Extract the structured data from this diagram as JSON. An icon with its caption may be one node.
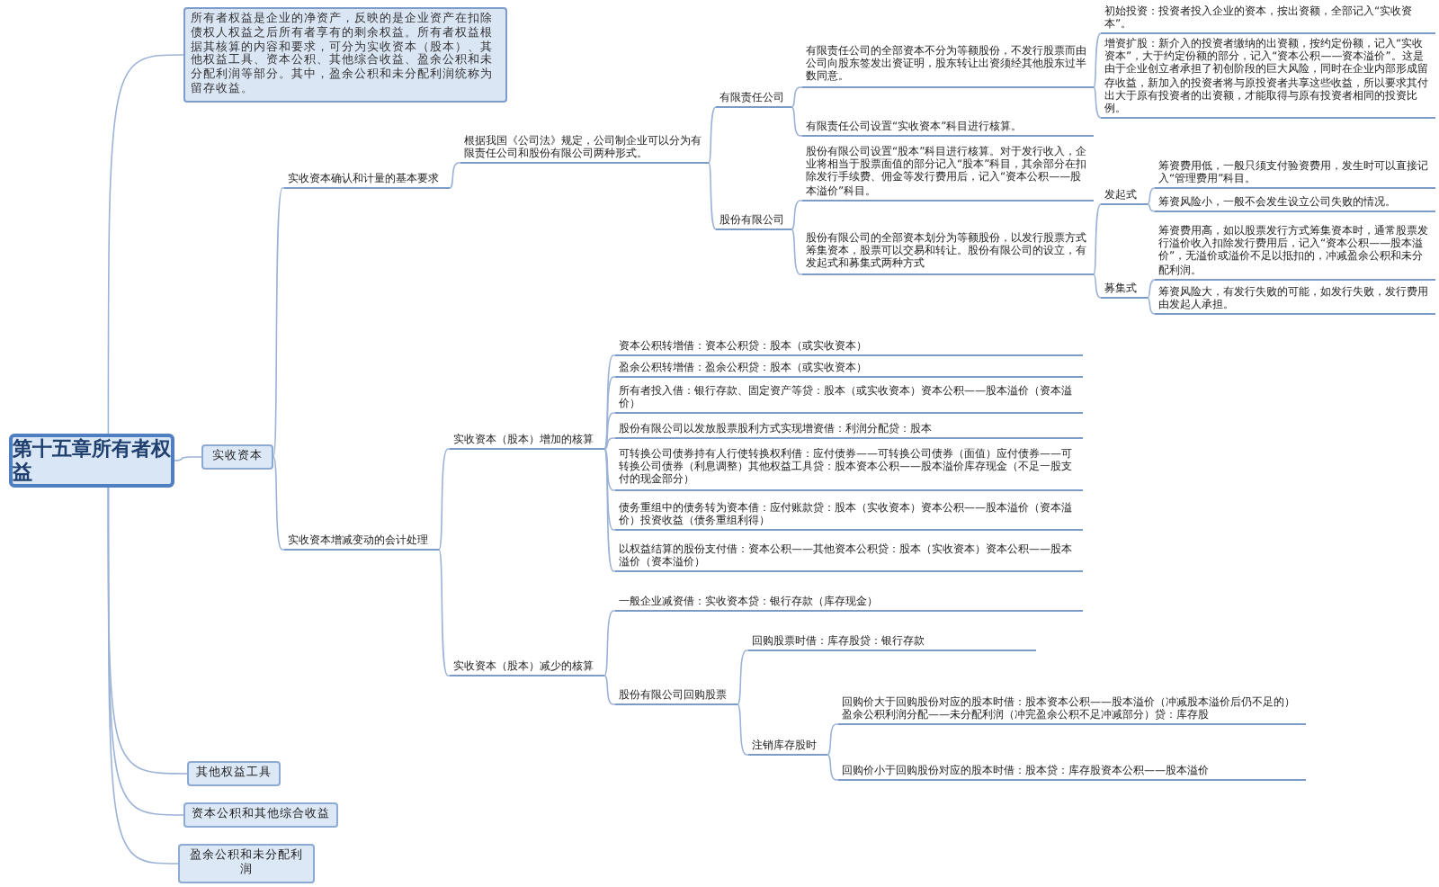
{
  "diagram": {
    "nodes": [
      {
        "text": [
          "第十五章所有者权益"
        ]
      },
      {
        "text": [
          "所有者权益是企业的净资产，反映的是企业资产在扣除债权人权益之后所有者享有的剩余权益。所有者权益根据其核算的内容和要求，可分为实收资本（股本）、其他权益工具、资本公积、其他综合收益、盈余公积和未分配利润等部分。其中，盈余公积和未分配利润统称为留存收益。"
        ]
      },
      {
        "text": [
          "实收资本"
        ]
      },
      {
        "text": [
          "其他权益工具"
        ]
      },
      {
        "text": [
          "资本公积和其他综合收益"
        ]
      },
      {
        "text": [
          "盈余公积和未分配利润"
        ]
      },
      {
        "text": [
          "实收资本确认和计量的基本要求"
        ]
      },
      {
        "text": [
          "根据我国《公司法》规定，公司制企业可以分为有限责任公司和股份有限公司两种形式。"
        ]
      },
      {
        "text": [
          "有限责任公司"
        ]
      },
      {
        "text": [
          "股份有限公司"
        ]
      },
      {
        "text": [
          "有限责任公司的全部资本不分为等额股份，不发行股票而由公司向股东签发出资证明，股东转让出资须经其他股东过半数同意。"
        ]
      },
      {
        "text": [
          "初始投资：投资者投入企业的资本，按出资额，全部记入“实收资本”。"
        ]
      },
      {
        "text": [
          "增资扩股：新介入的投资者缴纳的出资额，按约定份额，记入“实收资本”，大于约定份额的部分，记入“资本公积——资本溢价”。这是由于企业创立者承担了初创阶段的巨大风险，同时在企业内部形成留存收益，新加入的投资者将与原投资者共享这些收益，所以要求其付出大于原有投资者的出资额，才能取得与原有投资者相同的投资比例。"
        ]
      },
      {
        "text": [
          "有限责任公司设置“实收资本”科目进行核算。"
        ]
      },
      {
        "text": [
          "股份有限公司设置“股本”科目进行核算。对于发行收入，企业将相当于股票面值的部分记入“股本”科目，其余部分在扣除发行手续费、佣金等发行费用后，记入“资本公积——股本溢价”科目。"
        ]
      },
      {
        "text": [
          "股份有限公司的全部资本划分为等额股份，以发行股票方式筹集资本，股票可以交易和转让。股份有限公司的设立，有发起式和募集式两种方式"
        ]
      },
      {
        "text": [
          "发起式"
        ]
      },
      {
        "text": [
          "筹资费用低，一般只须支付验资费用，发生时可以直接记入“管理费用”科目。"
        ]
      },
      {
        "text": [
          "筹资风险小，一般不会发生设立公司失败的情况。"
        ]
      },
      {
        "text": [
          "募集式"
        ]
      },
      {
        "text": [
          "筹资费用高，如以股票发行方式筹集资本时，通常股票发行溢价收入扣除发行费用后，记入“资本公积——股本溢价”，无溢价或溢价不足以抵扣的，冲减盈余公积和未分配利润。"
        ]
      },
      {
        "text": [
          "筹资风险大，有发行失败的可能，如发行失败，发行费用由发起人承担。"
        ]
      },
      {
        "text": [
          "实收资本增减变动的会计处理"
        ]
      },
      {
        "text": [
          "实收资本（股本）增加的核算"
        ]
      },
      {
        "text": [
          "实收资本（股本）减少的核算"
        ]
      },
      {
        "text": [
          "资本公积转增借：资本公积贷：股本（或实收资本）"
        ]
      },
      {
        "text": [
          "盈余公积转增借：盈余公积贷：股本（或实收资本）"
        ]
      },
      {
        "text": [
          "所有者投入借：银行存款、固定资产等贷：股本（或实收资本）资本公积——股本溢价（资本溢价）"
        ]
      },
      {
        "text": [
          "股份有限公司以发放股票股利方式实现增资借：利润分配贷：股本"
        ]
      },
      {
        "text": [
          "可转换公司债券持有人行使转换权利借：应付债券——可转换公司债券（面值）应付债券——可转换公司债券（利息调整）其他权益工具贷：股本资本公积——股本溢价库存现金（不足一股支付的现金部分）"
        ]
      },
      {
        "text": [
          "债务重组中的债务转为资本借：应付账款贷：股本（实收资本）资本公积——股本溢价（资本溢价）投资收益（债务重组利得）"
        ]
      },
      {
        "text": [
          "以权益结算的股份支付借：资本公积——其他资本公积贷：股本（实收资本）资本公积——股本溢价（资本溢价）"
        ]
      },
      {
        "text": [
          "一般企业减资借：实收资本贷：银行存款（库存现金）"
        ]
      },
      {
        "text": [
          "股份有限公司回购股票"
        ]
      },
      {
        "text": [
          "回购股票时借：库存股贷：银行存款"
        ]
      },
      {
        "text": [
          "注销库存股时"
        ]
      },
      {
        "text": [
          "回购价大于回购股份对应的股本时借：股本资本公积——股本溢价（冲减股本溢价后仍不足的）盈余公积利润分配——未分配利润（冲完盈余公积不足冲减部分）贷：库存股"
        ]
      },
      {
        "text": [
          "回购价小于回购股份对应的股本时借：股本贷：库存股资本公积——股本溢价"
        ]
      }
    ],
    "edges": [
      {
        "from": 0,
        "to": 1,
        "arrow": "none"
      },
      {
        "from": 0,
        "to": 2,
        "arrow": "none"
      },
      {
        "from": 0,
        "to": 3,
        "arrow": "none"
      },
      {
        "from": 0,
        "to": 4,
        "arrow": "none"
      },
      {
        "from": 0,
        "to": 5,
        "arrow": "none"
      },
      {
        "from": 2,
        "to": 6,
        "arrow": "none"
      },
      {
        "from": 2,
        "to": 22,
        "arrow": "none"
      },
      {
        "from": 6,
        "to": 7,
        "arrow": "none"
      },
      {
        "from": 7,
        "to": 8,
        "arrow": "none"
      },
      {
        "from": 7,
        "to": 9,
        "arrow": "none"
      },
      {
        "from": 8,
        "to": 10,
        "arrow": "none"
      },
      {
        "from": 8,
        "to": 13,
        "arrow": "none"
      },
      {
        "from": 10,
        "to": 11,
        "arrow": "none"
      },
      {
        "from": 10,
        "to": 12,
        "arrow": "none"
      },
      {
        "from": 9,
        "to": 14,
        "arrow": "none"
      },
      {
        "from": 9,
        "to": 15,
        "arrow": "none"
      },
      {
        "from": 15,
        "to": 16,
        "arrow": "none"
      },
      {
        "from": 15,
        "to": 19,
        "arrow": "none"
      },
      {
        "from": 16,
        "to": 17,
        "arrow": "none"
      },
      {
        "from": 16,
        "to": 18,
        "arrow": "none"
      },
      {
        "from": 19,
        "to": 20,
        "arrow": "none"
      },
      {
        "from": 19,
        "to": 21,
        "arrow": "none"
      },
      {
        "from": 22,
        "to": 23,
        "arrow": "none"
      },
      {
        "from": 22,
        "to": 24,
        "arrow": "none"
      },
      {
        "from": 23,
        "to": 25,
        "arrow": "none"
      },
      {
        "from": 23,
        "to": 26,
        "arrow": "none"
      },
      {
        "from": 23,
        "to": 27,
        "arrow": "none"
      },
      {
        "from": 23,
        "to": 28,
        "arrow": "none"
      },
      {
        "from": 23,
        "to": 29,
        "arrow": "none"
      },
      {
        "from": 23,
        "to": 30,
        "arrow": "none"
      },
      {
        "from": 23,
        "to": 31,
        "arrow": "none"
      },
      {
        "from": 24,
        "to": 32,
        "arrow": "none"
      },
      {
        "from": 24,
        "to": 33,
        "arrow": "none"
      },
      {
        "from": 33,
        "to": 34,
        "arrow": "none"
      },
      {
        "from": 33,
        "to": 35,
        "arrow": "none"
      },
      {
        "from": 35,
        "to": 36,
        "arrow": "none"
      },
      {
        "from": 35,
        "to": 37,
        "arrow": "none"
      }
    ]
  }
}
